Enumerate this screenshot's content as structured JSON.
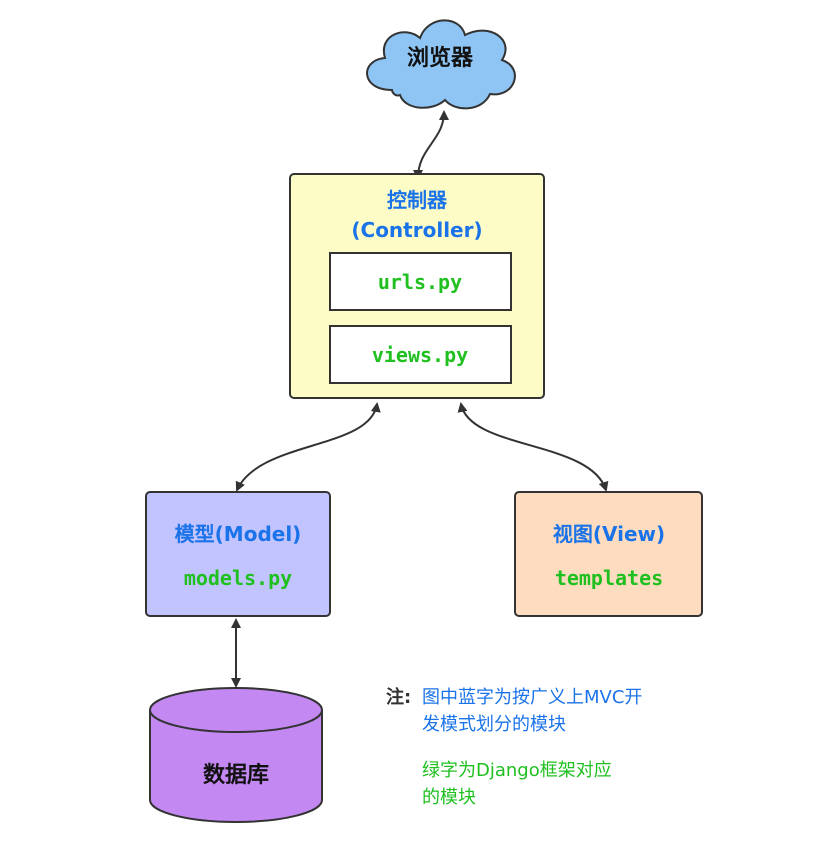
{
  "colors": {
    "blue_text": "#1a73e8",
    "green_text": "#1fc01f",
    "browser_fill": "#8ec5f4",
    "controller_fill": "#fdfbc6",
    "model_fill": "#c2c4ff",
    "view_fill": "#fddcbf",
    "database_fill": "#c388f2",
    "stroke": "#333333"
  },
  "browser": {
    "label": "浏览器"
  },
  "controller": {
    "title": "控制器",
    "subtitle": "(Controller)",
    "files": [
      "urls.py",
      "views.py"
    ]
  },
  "model": {
    "title": "模型(Model)",
    "file": "models.py"
  },
  "view": {
    "title": "视图(View)",
    "file": "templates"
  },
  "database": {
    "label": "数据库"
  },
  "note": {
    "label": "注:",
    "blue_lines": [
      "图中蓝字为按广义上MVC开",
      "发模式划分的模块"
    ],
    "green_lines": [
      "绿字为Django框架对应",
      "的模块"
    ]
  }
}
